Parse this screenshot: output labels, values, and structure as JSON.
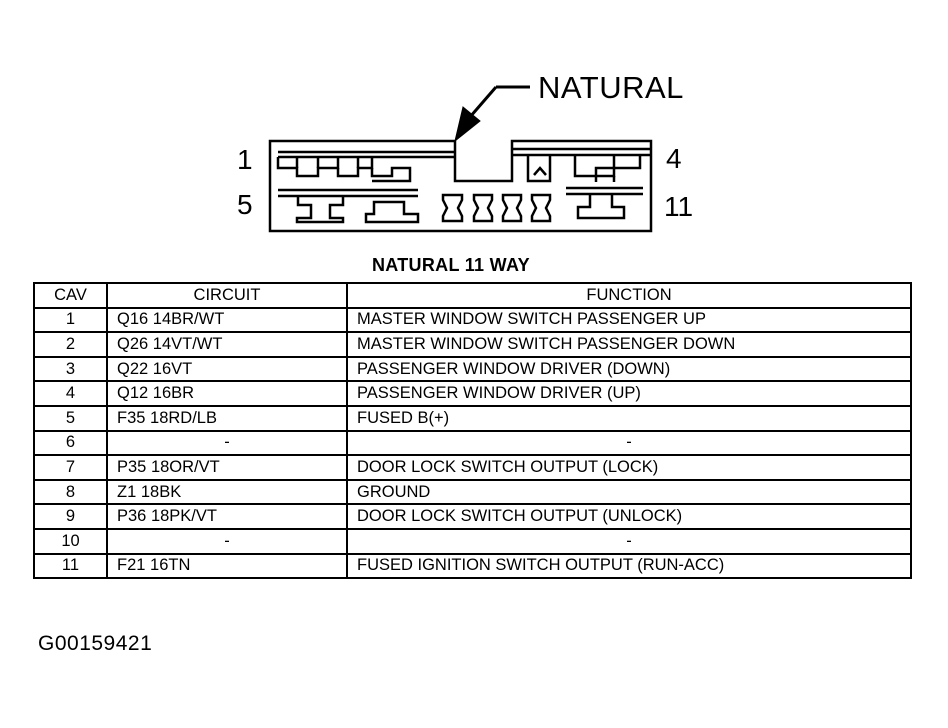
{
  "connector": {
    "callout_label": "NATURAL",
    "pin_labels": {
      "top_left": "1",
      "bottom_left": "5",
      "top_right": "4",
      "bottom_right": "11"
    }
  },
  "table": {
    "title": "NATURAL 11 WAY",
    "headers": {
      "cav": "CAV",
      "circuit": "CIRCUIT",
      "function": "FUNCTION"
    },
    "rows": [
      {
        "cav": "1",
        "circuit": "Q16 14BR/WT",
        "function": "MASTER WINDOW SWITCH PASSENGER UP"
      },
      {
        "cav": "2",
        "circuit": "Q26 14VT/WT",
        "function": "MASTER WINDOW SWITCH PASSENGER DOWN"
      },
      {
        "cav": "3",
        "circuit": "Q22 16VT",
        "function": "PASSENGER WINDOW DRIVER (DOWN)"
      },
      {
        "cav": "4",
        "circuit": "Q12 16BR",
        "function": "PASSENGER WINDOW DRIVER (UP)"
      },
      {
        "cav": "5",
        "circuit": "F35 18RD/LB",
        "function": "FUSED B(+)"
      },
      {
        "cav": "6",
        "circuit": "-",
        "function": "-"
      },
      {
        "cav": "7",
        "circuit": "P35 18OR/VT",
        "function": "DOOR LOCK SWITCH OUTPUT (LOCK)"
      },
      {
        "cav": "8",
        "circuit": "Z1 18BK",
        "function": "GROUND"
      },
      {
        "cav": "9",
        "circuit": "P36 18PK/VT",
        "function": "DOOR LOCK SWITCH OUTPUT (UNLOCK)"
      },
      {
        "cav": "10",
        "circuit": "-",
        "function": "-"
      },
      {
        "cav": "11",
        "circuit": "F21 16TN",
        "function": "FUSED IGNITION SWITCH OUTPUT (RUN-ACC)"
      }
    ]
  },
  "figure_id": "G00159421"
}
